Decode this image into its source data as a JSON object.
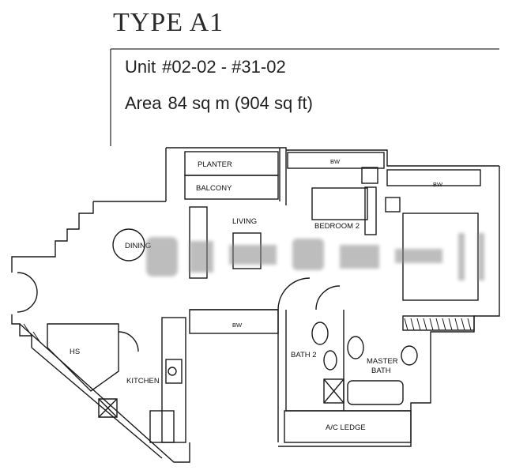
{
  "header": {
    "type_title": "TYPE A1",
    "unit_label": "Unit",
    "unit_range": "#02-02 - #31-02",
    "area_label": "Area",
    "area_value": "84 sq m (904 sq ft)"
  },
  "rooms": {
    "planter": "PLANTER",
    "balcony": "BALCONY",
    "living": "LIVING",
    "dining": "DINING",
    "bedroom2": "BEDROOM 2",
    "hs": "HS",
    "kitchen": "KITCHEN",
    "bath2": "BATH 2",
    "master_bath_line1": "MASTER",
    "master_bath_line2": "BATH",
    "ac_ledge": "A/C LEDGE",
    "bw_top": "BW",
    "bw_right": "BW",
    "bw_mid": "BW"
  },
  "colors": {
    "line": "#222222",
    "wall": "#1a1a1a"
  }
}
